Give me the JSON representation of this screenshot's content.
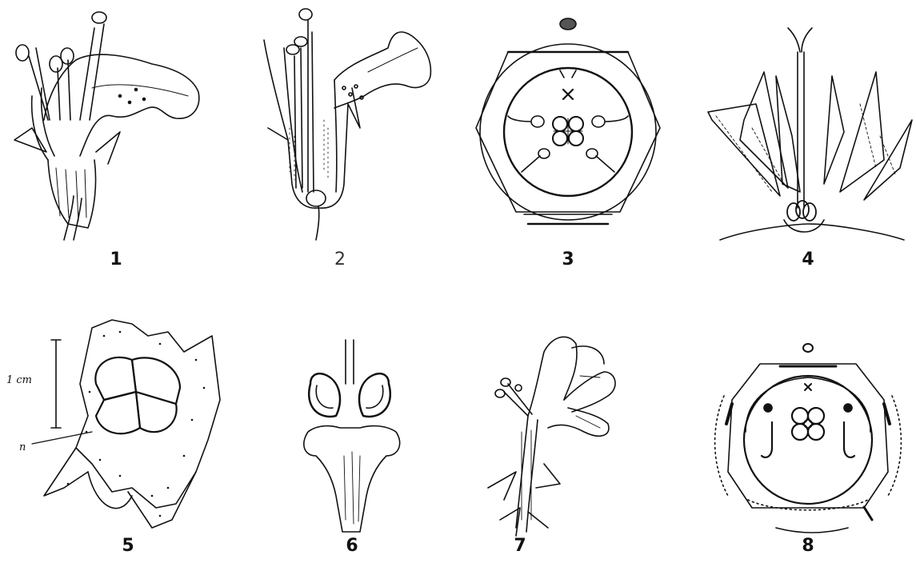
{
  "figure_numbers": [
    "1",
    "2",
    "3",
    "4",
    "5",
    "6",
    "7",
    "8"
  ],
  "annotations": {
    "scale_label": "1 cm",
    "nectary_label": "n"
  }
}
